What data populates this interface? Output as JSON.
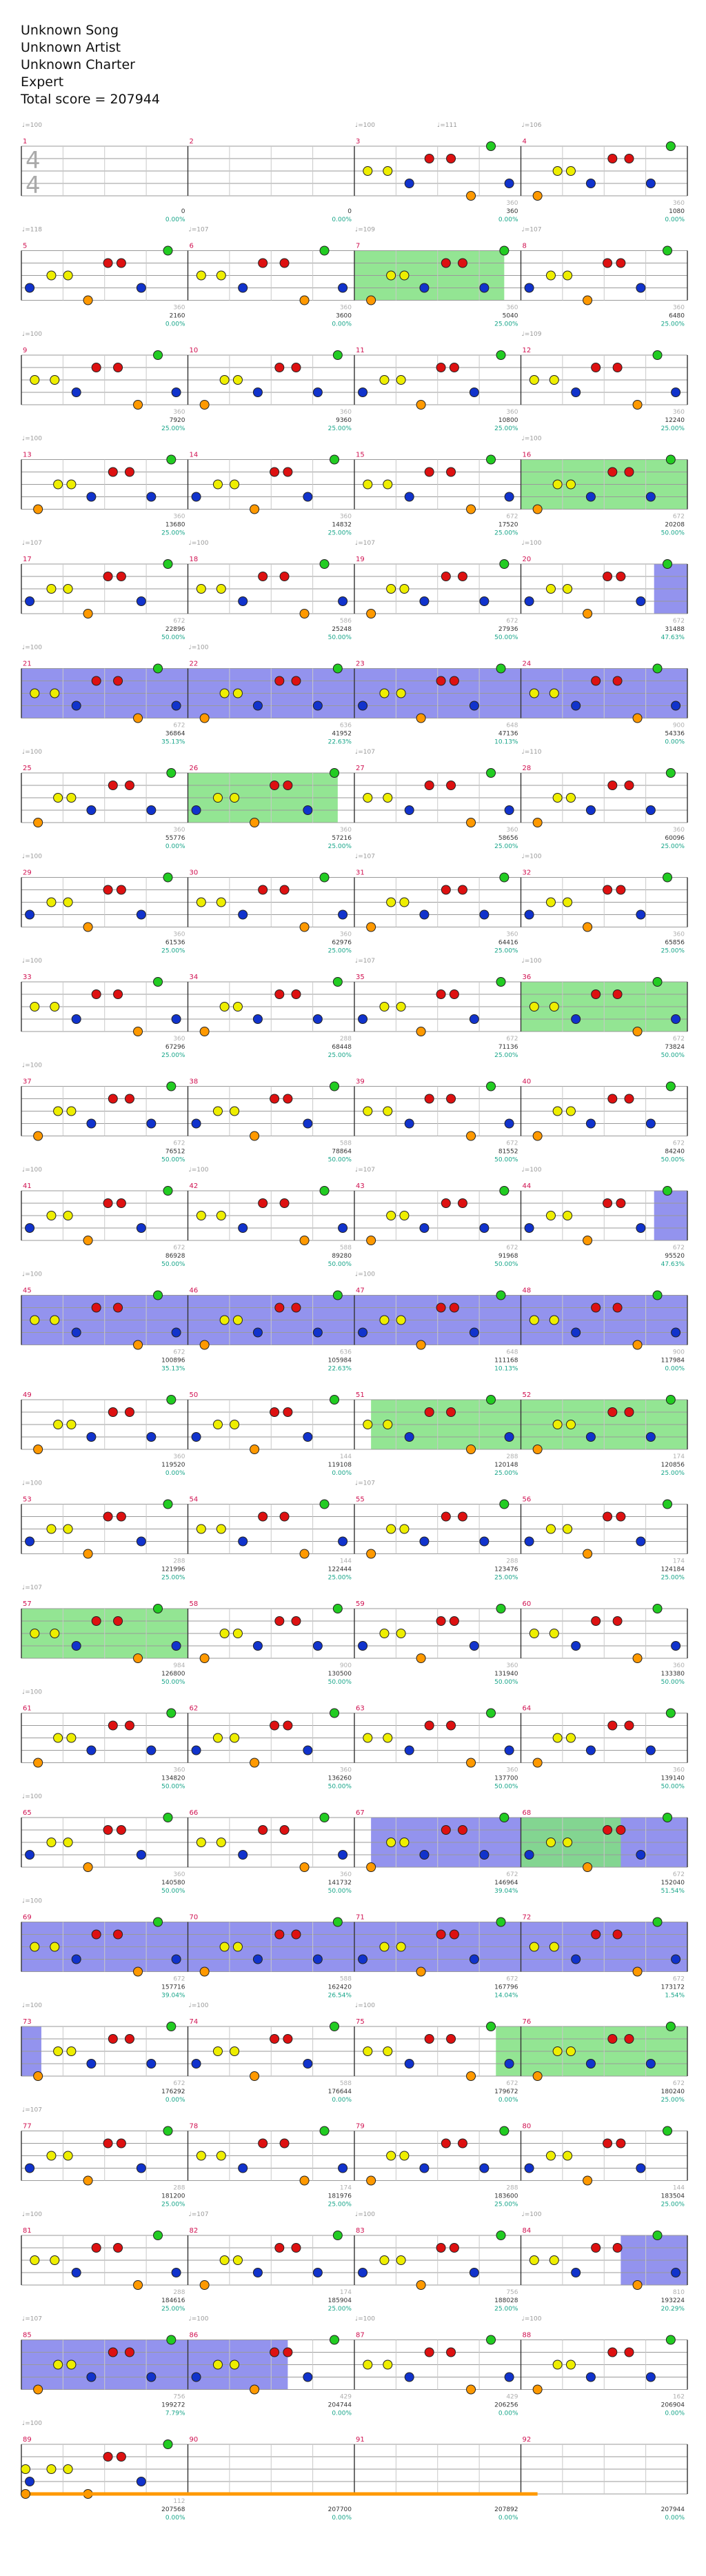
{
  "header": {
    "song": "Unknown Song",
    "artist": "Unknown Artist",
    "charter": "Unknown Charter",
    "difficulty": "Expert",
    "total_score": "Total score = 207944"
  },
  "time_signature": {
    "top": "4",
    "bottom": "4"
  },
  "colors": {
    "green": "#22cc22",
    "red": "#dd1111",
    "yellow": "#eeee00",
    "blue": "#1133cc",
    "orange": "#ff9900",
    "sp_phrase": "#80e080",
    "sp_active": "#6f6fe8"
  },
  "rows": [
    {
      "measures": [
        {
          "num": "1",
          "bpm": "♩=100",
          "pts": "",
          "score": "0",
          "pct": "0.00%"
        },
        {
          "num": "2",
          "bpm": "",
          "pts": "",
          "score": "0",
          "pct": "0.00%"
        },
        {
          "num": "3",
          "bpm": "♩=100",
          "bpm2": "♩=111",
          "pts": "360",
          "score": "360",
          "pct": "0.00%"
        },
        {
          "num": "4",
          "bpm": "♩=106",
          "pts": "360",
          "score": "1080",
          "pct": "0.00%"
        }
      ]
    },
    {
      "measures": [
        {
          "num": "5",
          "bpm": "♩=118",
          "pts": "360",
          "score": "2160",
          "pct": "0.00%"
        },
        {
          "num": "6",
          "bpm": "♩=107",
          "pts": "360",
          "score": "3600",
          "pct": "0.00%"
        },
        {
          "num": "7",
          "bpm": "♩=109",
          "pts": "360",
          "score": "5040",
          "pct": "25.00%"
        },
        {
          "num": "8",
          "bpm": "♩=107",
          "pts": "360",
          "score": "6480",
          "pct": "25.00%"
        }
      ]
    },
    {
      "measures": [
        {
          "num": "9",
          "bpm": "♩=100",
          "pts": "360",
          "score": "7920",
          "pct": "25.00%"
        },
        {
          "num": "10",
          "bpm": "",
          "pts": "360",
          "score": "9360",
          "pct": "25.00%"
        },
        {
          "num": "11",
          "bpm": "",
          "pts": "360",
          "score": "10800",
          "pct": "25.00%"
        },
        {
          "num": "12",
          "bpm": "♩=109",
          "pts": "360",
          "score": "12240",
          "pct": "25.00%"
        }
      ]
    },
    {
      "measures": [
        {
          "num": "13",
          "bpm": "♩=100",
          "pts": "360",
          "score": "13680",
          "pct": "25.00%"
        },
        {
          "num": "14",
          "bpm": "",
          "pts": "360",
          "score": "14832",
          "pct": "25.00%"
        },
        {
          "num": "15",
          "bpm": "",
          "pts": "672",
          "score": "17520",
          "pct": "25.00%"
        },
        {
          "num": "16",
          "bpm": "♩=100",
          "pts": "672",
          "score": "20208",
          "pct": "50.00%"
        }
      ]
    },
    {
      "measures": [
        {
          "num": "17",
          "bpm": "♩=107",
          "pts": "672",
          "score": "22896",
          "pct": "50.00%"
        },
        {
          "num": "18",
          "bpm": "♩=100",
          "pts": "586",
          "score": "25248",
          "pct": "50.00%"
        },
        {
          "num": "19",
          "bpm": "♩=107",
          "pts": "672",
          "score": "27936",
          "pct": "50.00%"
        },
        {
          "num": "20",
          "bpm": "♩=100",
          "pts": "672",
          "score": "31488",
          "pct": "47.63%"
        }
      ]
    },
    {
      "measures": [
        {
          "num": "21",
          "bpm": "♩=100",
          "pts": "672",
          "score": "36864",
          "pct": "35.13%"
        },
        {
          "num": "22",
          "bpm": "♩=100",
          "pts": "636",
          "score": "41952",
          "pct": "22.63%"
        },
        {
          "num": "23",
          "bpm": "",
          "pts": "648",
          "score": "47136",
          "pct": "10.13%"
        },
        {
          "num": "24",
          "bpm": "",
          "pts": "900",
          "score": "54336",
          "pct": "0.00%"
        }
      ]
    },
    {
      "measures": [
        {
          "num": "25",
          "bpm": "♩=100",
          "pts": "360",
          "score": "55776",
          "pct": "0.00%"
        },
        {
          "num": "26",
          "bpm": "",
          "pts": "360",
          "score": "57216",
          "pct": "25.00%"
        },
        {
          "num": "27",
          "bpm": "♩=107",
          "pts": "360",
          "score": "58656",
          "pct": "25.00%"
        },
        {
          "num": "28",
          "bpm": "♩=110",
          "pts": "360",
          "score": "60096",
          "pct": "25.00%"
        }
      ]
    },
    {
      "measures": [
        {
          "num": "29",
          "bpm": "♩=100",
          "pts": "360",
          "score": "61536",
          "pct": "25.00%"
        },
        {
          "num": "30",
          "bpm": "",
          "pts": "360",
          "score": "62976",
          "pct": "25.00%"
        },
        {
          "num": "31",
          "bpm": "♩=107",
          "pts": "360",
          "score": "64416",
          "pct": "25.00%"
        },
        {
          "num": "32",
          "bpm": "♩=100",
          "pts": "360",
          "score": "65856",
          "pct": "25.00%"
        }
      ]
    },
    {
      "measures": [
        {
          "num": "33",
          "bpm": "♩=100",
          "pts": "360",
          "score": "67296",
          "pct": "25.00%"
        },
        {
          "num": "34",
          "bpm": "",
          "pts": "288",
          "score": "68448",
          "pct": "25.00%"
        },
        {
          "num": "35",
          "bpm": "♩=107",
          "pts": "672",
          "score": "71136",
          "pct": "25.00%"
        },
        {
          "num": "36",
          "bpm": "♩=100",
          "pts": "672",
          "score": "73824",
          "pct": "50.00%"
        }
      ]
    },
    {
      "measures": [
        {
          "num": "37",
          "bpm": "♩=100",
          "pts": "672",
          "score": "76512",
          "pct": "50.00%"
        },
        {
          "num": "38",
          "bpm": "",
          "pts": "588",
          "score": "78864",
          "pct": "50.00%"
        },
        {
          "num": "39",
          "bpm": "",
          "pts": "672",
          "score": "81552",
          "pct": "50.00%"
        },
        {
          "num": "40",
          "bpm": "",
          "pts": "672",
          "score": "84240",
          "pct": "50.00%"
        }
      ]
    },
    {
      "measures": [
        {
          "num": "41",
          "bpm": "♩=100",
          "pts": "672",
          "score": "86928",
          "pct": "50.00%"
        },
        {
          "num": "42",
          "bpm": "♩=100",
          "pts": "588",
          "score": "89280",
          "pct": "50.00%"
        },
        {
          "num": "43",
          "bpm": "♩=107",
          "pts": "672",
          "score": "91968",
          "pct": "50.00%"
        },
        {
          "num": "44",
          "bpm": "♩=100",
          "pts": "672",
          "score": "95520",
          "pct": "47.63%"
        }
      ]
    },
    {
      "measures": [
        {
          "num": "45",
          "bpm": "♩=100",
          "pts": "672",
          "score": "100896",
          "pct": "35.13%"
        },
        {
          "num": "46",
          "bpm": "",
          "pts": "636",
          "score": "105984",
          "pct": "22.63%"
        },
        {
          "num": "47",
          "bpm": "♩=100",
          "pts": "648",
          "score": "111168",
          "pct": "10.13%"
        },
        {
          "num": "48",
          "bpm": "",
          "pts": "900",
          "score": "117984",
          "pct": "0.00%"
        }
      ]
    },
    {
      "measures": [
        {
          "num": "49",
          "bpm": "",
          "pts": "360",
          "score": "119520",
          "pct": "0.00%"
        },
        {
          "num": "50",
          "bpm": "",
          "pts": "144",
          "score": "119108",
          "pct": "0.00%"
        },
        {
          "num": "51",
          "bpm": "",
          "pts": "288",
          "score": "120148",
          "pct": "25.00%"
        },
        {
          "num": "52",
          "bpm": "",
          "pts": "174",
          "score": "120856",
          "pct": "25.00%"
        }
      ]
    },
    {
      "measures": [
        {
          "num": "53",
          "bpm": "♩=100",
          "pts": "288",
          "score": "121996",
          "pct": "25.00%"
        },
        {
          "num": "54",
          "bpm": "",
          "pts": "144",
          "score": "122444",
          "pct": "25.00%"
        },
        {
          "num": "55",
          "bpm": "♩=107",
          "pts": "288",
          "score": "123476",
          "pct": "25.00%"
        },
        {
          "num": "56",
          "bpm": "",
          "pts": "174",
          "score": "124184",
          "pct": "25.00%"
        }
      ]
    },
    {
      "measures": [
        {
          "num": "57",
          "bpm": "♩=107",
          "pts": "984",
          "score": "126800",
          "pct": "50.00%"
        },
        {
          "num": "58",
          "bpm": "",
          "pts": "900",
          "score": "130500",
          "pct": "50.00%"
        },
        {
          "num": "59",
          "bpm": "",
          "pts": "360",
          "score": "131940",
          "pct": "50.00%"
        },
        {
          "num": "60",
          "bpm": "",
          "pts": "360",
          "score": "133380",
          "pct": "50.00%"
        }
      ]
    },
    {
      "measures": [
        {
          "num": "61",
          "bpm": "♩=100",
          "pts": "360",
          "score": "134820",
          "pct": "50.00%"
        },
        {
          "num": "62",
          "bpm": "",
          "pts": "360",
          "score": "136260",
          "pct": "50.00%"
        },
        {
          "num": "63",
          "bpm": "",
          "pts": "360",
          "score": "137700",
          "pct": "50.00%"
        },
        {
          "num": "64",
          "bpm": "",
          "pts": "360",
          "score": "139140",
          "pct": "50.00%"
        }
      ]
    },
    {
      "measures": [
        {
          "num": "65",
          "bpm": "♩=100",
          "pts": "360",
          "score": "140580",
          "pct": "50.00%"
        },
        {
          "num": "66",
          "bpm": "",
          "pts": "360",
          "score": "141732",
          "pct": "50.00%"
        },
        {
          "num": "67",
          "bpm": "",
          "pts": "672",
          "score": "146964",
          "pct": "39.04%"
        },
        {
          "num": "68",
          "bpm": "",
          "pts": "672",
          "score": "152040",
          "pct": "51.54%"
        }
      ]
    },
    {
      "measures": [
        {
          "num": "69",
          "bpm": "♩=100",
          "pts": "672",
          "score": "157716",
          "pct": "39.04%"
        },
        {
          "num": "70",
          "bpm": "",
          "pts": "588",
          "score": "162420",
          "pct": "26.54%"
        },
        {
          "num": "71",
          "bpm": "",
          "pts": "672",
          "score": "167796",
          "pct": "14.04%"
        },
        {
          "num": "72",
          "bpm": "",
          "pts": "672",
          "score": "173172",
          "pct": "1.54%"
        }
      ]
    },
    {
      "measures": [
        {
          "num": "73",
          "bpm": "♩=100",
          "pts": "672",
          "score": "176292",
          "pct": "0.00%"
        },
        {
          "num": "74",
          "bpm": "♩=100",
          "pts": "588",
          "score": "176644",
          "pct": "0.00%"
        },
        {
          "num": "75",
          "bpm": "♩=100",
          "pts": "672",
          "score": "179672",
          "pct": "0.00%"
        },
        {
          "num": "76",
          "bpm": "",
          "pts": "672",
          "score": "180240",
          "pct": "25.00%"
        }
      ]
    },
    {
      "measures": [
        {
          "num": "77",
          "bpm": "♩=107",
          "pts": "288",
          "score": "181200",
          "pct": "25.00%"
        },
        {
          "num": "78",
          "bpm": "",
          "pts": "174",
          "score": "181976",
          "pct": "25.00%"
        },
        {
          "num": "79",
          "bpm": "",
          "pts": "288",
          "score": "183600",
          "pct": "25.00%"
        },
        {
          "num": "80",
          "bpm": "",
          "pts": "144",
          "score": "183504",
          "pct": "25.00%"
        }
      ]
    },
    {
      "measures": [
        {
          "num": "81",
          "bpm": "♩=100",
          "pts": "288",
          "score": "184616",
          "pct": "25.00%"
        },
        {
          "num": "82",
          "bpm": "♩=107",
          "pts": "174",
          "score": "185904",
          "pct": "25.00%"
        },
        {
          "num": "83",
          "bpm": "♩=100",
          "pts": "756",
          "score": "188028",
          "pct": "25.00%"
        },
        {
          "num": "84",
          "bpm": "♩=100",
          "pts": "810",
          "score": "193224",
          "pct": "20.29%"
        }
      ]
    },
    {
      "measures": [
        {
          "num": "85",
          "bpm": "♩=107",
          "pts": "756",
          "score": "199272",
          "pct": "7.79%"
        },
        {
          "num": "86",
          "bpm": "♩=100",
          "pts": "429",
          "score": "204744",
          "pct": "0.00%"
        },
        {
          "num": "87",
          "bpm": "♩=100",
          "pts": "429",
          "score": "206256",
          "pct": "0.00%"
        },
        {
          "num": "88",
          "bpm": "♩=100",
          "pts": "162",
          "score": "206904",
          "pct": "0.00%"
        }
      ]
    },
    {
      "measures": [
        {
          "num": "89",
          "bpm": "♩=100",
          "pts": "112",
          "score": "207568",
          "pct": "0.00%"
        },
        {
          "num": "90",
          "bpm": "",
          "pts": "",
          "score": "207700",
          "pct": "0.00%"
        },
        {
          "num": "91",
          "bpm": "",
          "pts": "",
          "score": "207892",
          "pct": "0.00%"
        },
        {
          "num": "92",
          "bpm": "",
          "pts": "",
          "score": "207944",
          "pct": "0.00%"
        }
      ]
    }
  ],
  "sp_regions": [
    {
      "type": "phrase",
      "row": 1,
      "from": 2.0,
      "to": 2.9
    },
    {
      "type": "phrase",
      "row": 3,
      "from": 3.0,
      "to": 4.0
    },
    {
      "type": "active",
      "row": 4,
      "from": 3.8,
      "to": 4.0
    },
    {
      "type": "active",
      "row": 5,
      "from": 0.0,
      "to": 4.0
    },
    {
      "type": "phrase",
      "row": 6,
      "from": 1.0,
      "to": 1.9
    },
    {
      "type": "phrase",
      "row": 8,
      "from": 3.0,
      "to": 4.0
    },
    {
      "type": "active",
      "row": 10,
      "from": 3.8,
      "to": 4.0
    },
    {
      "type": "active",
      "row": 11,
      "from": 0.0,
      "to": 4.0
    },
    {
      "type": "phrase",
      "row": 12,
      "from": 2.1,
      "to": 4.0
    },
    {
      "type": "phrase",
      "row": 14,
      "from": 0.0,
      "to": 1.0
    },
    {
      "type": "active",
      "row": 16,
      "from": 2.1,
      "to": 4.0
    },
    {
      "type": "phrase",
      "row": 16,
      "from": 3.0,
      "to": 3.6
    },
    {
      "type": "active",
      "row": 17,
      "from": 0.0,
      "to": 4.0
    },
    {
      "type": "active",
      "row": 18,
      "from": 0.0,
      "to": 0.12
    },
    {
      "type": "phrase",
      "row": 18,
      "from": 2.85,
      "to": 4.0
    },
    {
      "type": "active",
      "row": 20,
      "from": 3.6,
      "to": 4.0
    },
    {
      "type": "active",
      "row": 21,
      "from": 0.0,
      "to": 1.6
    }
  ]
}
